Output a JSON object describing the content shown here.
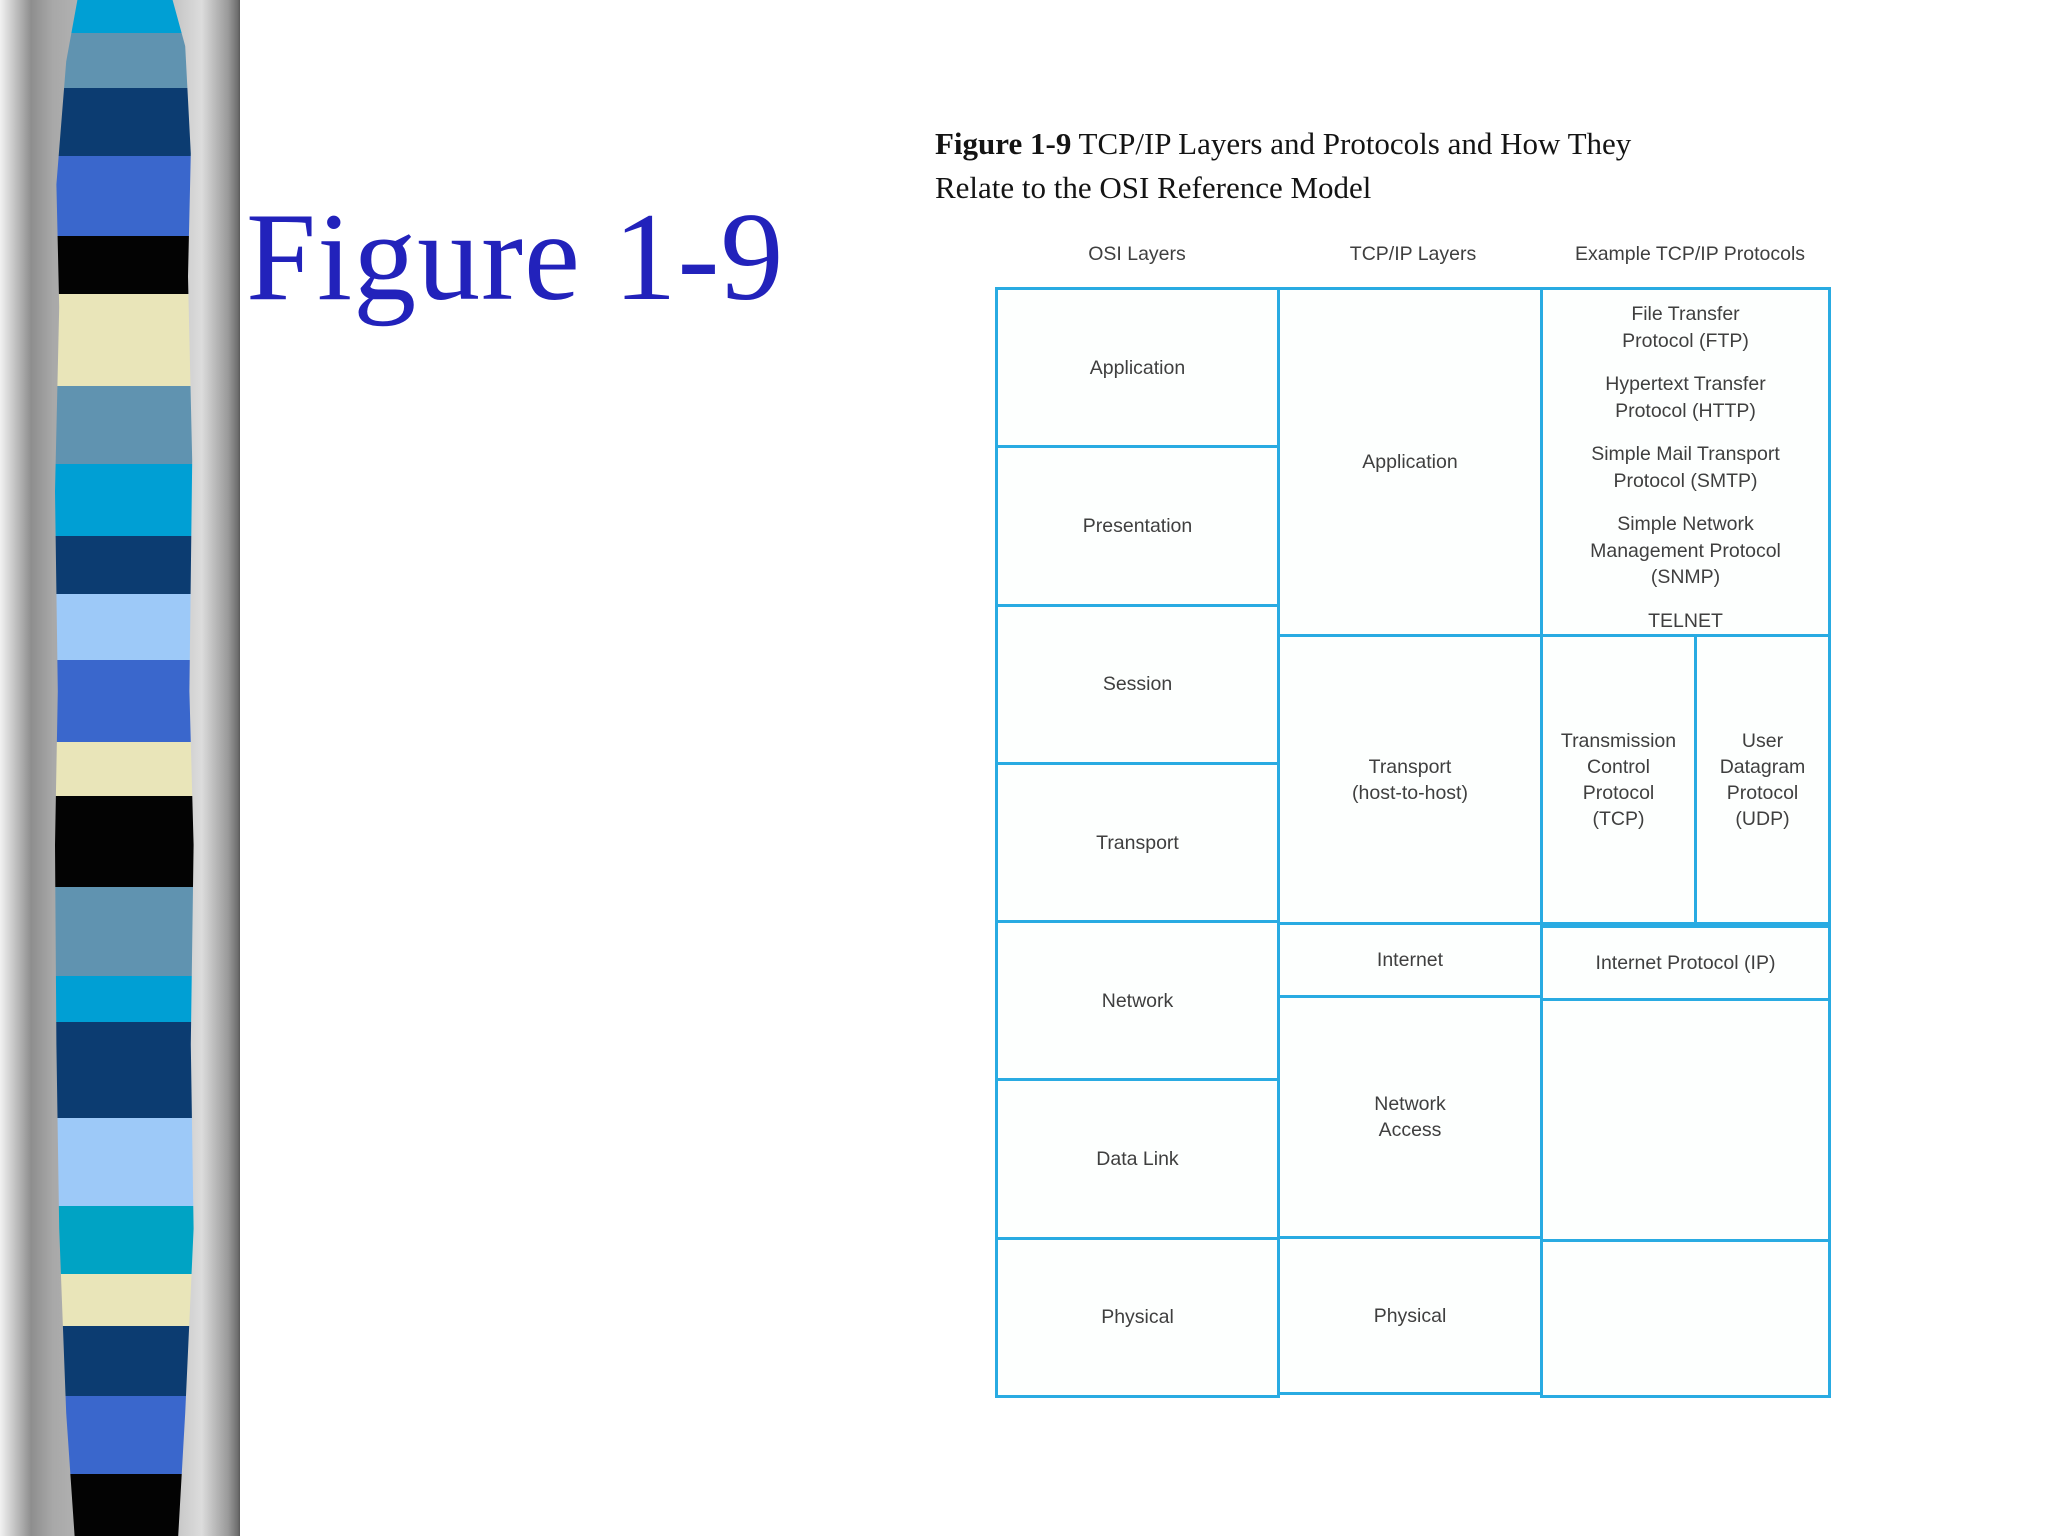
{
  "slide": {
    "title": "Figure 1-9",
    "title_color": "#2222bb"
  },
  "caption": {
    "bold": "Figure 1-9",
    "line1_rest": "  TCP/IP Layers and Protocols and How They",
    "line2": "Relate to the OSI Reference Model"
  },
  "diagram": {
    "border_color": "#29abe2",
    "headers": {
      "osi": "OSI Layers",
      "tcpip": "TCP/IP Layers",
      "protocols": "Example TCP/IP Protocols"
    },
    "osi": [
      "Application",
      "Presentation",
      "Session",
      "Transport",
      "Network",
      "Data Link",
      "Physical"
    ],
    "tcpip": [
      "Application",
      "Transport\n(host-to-host)",
      "Internet",
      "Network\nAccess",
      "Physical"
    ],
    "protocols": {
      "application": [
        "File Transfer\nProtocol (FTP)",
        "Hypertext Transfer\nProtocol (HTTP)",
        "Simple Mail Transport\nProtocol (SMTP)",
        "Simple Network\nManagement Protocol\n(SNMP)",
        "TELNET"
      ],
      "tcp": "Transmission\nControl\nProtocol\n(TCP)",
      "udp": "User\nDatagram\nProtocol\n(UDP)",
      "internet": "Internet Protocol (IP)"
    }
  },
  "stripe": {
    "bands": [
      {
        "color": "#009fd4",
        "height": 33
      },
      {
        "color": "#6093b0",
        "height": 55
      },
      {
        "color": "#0c3c71",
        "height": 68
      },
      {
        "color": "#3a67cc",
        "height": 80
      },
      {
        "color": "#030303",
        "height": 58
      },
      {
        "color": "#e9e5b9",
        "height": 92
      },
      {
        "color": "#6093b0",
        "height": 78
      },
      {
        "color": "#009fd4",
        "height": 72
      },
      {
        "color": "#0c3c71",
        "height": 58
      },
      {
        "color": "#9dc9f8",
        "height": 66
      },
      {
        "color": "#3a67cc",
        "height": 82
      },
      {
        "color": "#e9e5b9",
        "height": 54
      },
      {
        "color": "#030303",
        "height": 91
      },
      {
        "color": "#6093b0",
        "height": 89
      },
      {
        "color": "#009fd4",
        "height": 46
      },
      {
        "color": "#0c3c71",
        "height": 96
      },
      {
        "color": "#9dc9f8",
        "height": 88
      },
      {
        "color": "#00a3c4",
        "height": 68
      },
      {
        "color": "#e9e5b9",
        "height": 52
      },
      {
        "color": "#0c3c71",
        "height": 70
      },
      {
        "color": "#3a67cc",
        "height": 78
      },
      {
        "color": "#030303",
        "height": 62
      }
    ]
  }
}
